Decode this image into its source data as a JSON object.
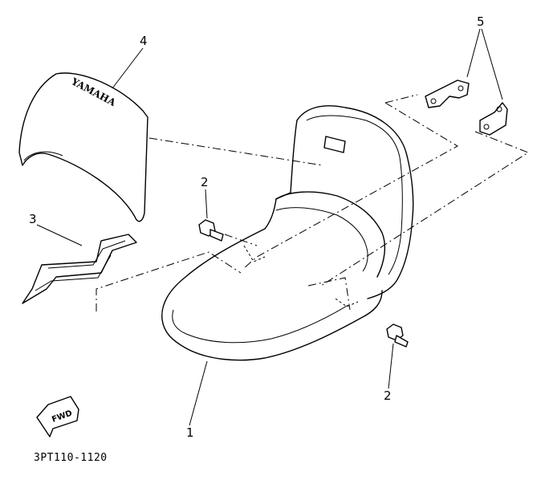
{
  "callouts": {
    "seat": "1",
    "bolt_left": "2",
    "bolt_right": "2",
    "emblem": "3",
    "seat_cover": "4",
    "bracket": "5"
  },
  "seat_cover_brand": "YAMAHA",
  "forward_label": "FWD",
  "diagram_code": "3PT110-1120"
}
